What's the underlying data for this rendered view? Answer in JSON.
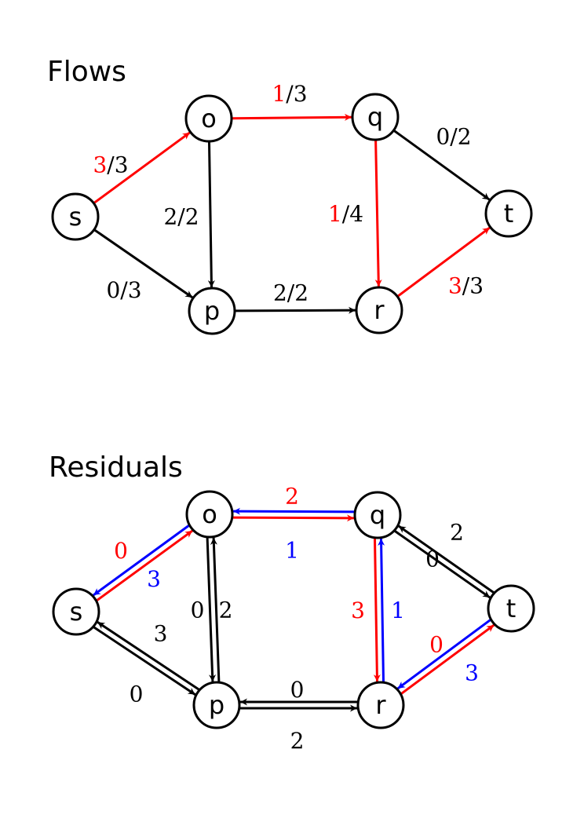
{
  "colors": {
    "red": "#ff0000",
    "blue": "#0000ff",
    "black": "#000000"
  },
  "flows": {
    "title": "Flows",
    "nodes": {
      "s": "s",
      "o": "o",
      "p": "p",
      "q": "q",
      "r": "r",
      "t": "t"
    },
    "edges": [
      {
        "id": "s-o",
        "from": "s",
        "to": "o",
        "flow": "3",
        "capacity": "3",
        "highlight": true
      },
      {
        "id": "s-p",
        "from": "s",
        "to": "p",
        "flow": "0",
        "capacity": "3",
        "highlight": false
      },
      {
        "id": "o-q",
        "from": "o",
        "to": "q",
        "flow": "1",
        "capacity": "3",
        "highlight": true
      },
      {
        "id": "o-p",
        "from": "o",
        "to": "p",
        "flow": "2",
        "capacity": "2",
        "highlight": false
      },
      {
        "id": "p-r",
        "from": "p",
        "to": "r",
        "flow": "2",
        "capacity": "2",
        "highlight": false
      },
      {
        "id": "q-t",
        "from": "q",
        "to": "t",
        "flow": "0",
        "capacity": "2",
        "highlight": false
      },
      {
        "id": "q-r",
        "from": "q",
        "to": "r",
        "flow": "1",
        "capacity": "4",
        "highlight": true
      },
      {
        "id": "r-t",
        "from": "r",
        "to": "t",
        "flow": "3",
        "capacity": "3",
        "highlight": true
      }
    ]
  },
  "residuals": {
    "title": "Residuals",
    "nodes": {
      "s": "s",
      "o": "o",
      "p": "p",
      "q": "q",
      "r": "r",
      "t": "t"
    },
    "edges": [
      {
        "id": "s-o",
        "from": "s",
        "to": "o",
        "value": "0",
        "color": "red"
      },
      {
        "id": "o-s",
        "from": "o",
        "to": "s",
        "value": "3",
        "color": "blue"
      },
      {
        "id": "o-q",
        "from": "o",
        "to": "q",
        "value": "2",
        "color": "red"
      },
      {
        "id": "q-o",
        "from": "q",
        "to": "o",
        "value": "1",
        "color": "blue"
      },
      {
        "id": "o-p",
        "from": "o",
        "to": "p",
        "value": "0",
        "color": "black"
      },
      {
        "id": "p-o",
        "from": "p",
        "to": "o",
        "value": "2",
        "color": "black"
      },
      {
        "id": "s-p",
        "from": "s",
        "to": "p",
        "value": "3",
        "color": "black"
      },
      {
        "id": "p-s",
        "from": "p",
        "to": "s",
        "value": "0",
        "color": "black"
      },
      {
        "id": "p-r",
        "from": "p",
        "to": "r",
        "value": "0",
        "color": "black"
      },
      {
        "id": "r-p",
        "from": "r",
        "to": "p",
        "value": "2",
        "color": "black"
      },
      {
        "id": "q-r",
        "from": "q",
        "to": "r",
        "value": "3",
        "color": "red"
      },
      {
        "id": "r-q",
        "from": "r",
        "to": "q",
        "value": "1",
        "color": "blue"
      },
      {
        "id": "q-t",
        "from": "q",
        "to": "t",
        "value": "2",
        "color": "black"
      },
      {
        "id": "t-q",
        "from": "t",
        "to": "q",
        "value": "0",
        "color": "black"
      },
      {
        "id": "r-t",
        "from": "r",
        "to": "t",
        "value": "0",
        "color": "red"
      },
      {
        "id": "t-r",
        "from": "t",
        "to": "r",
        "value": "3",
        "color": "blue"
      }
    ]
  }
}
